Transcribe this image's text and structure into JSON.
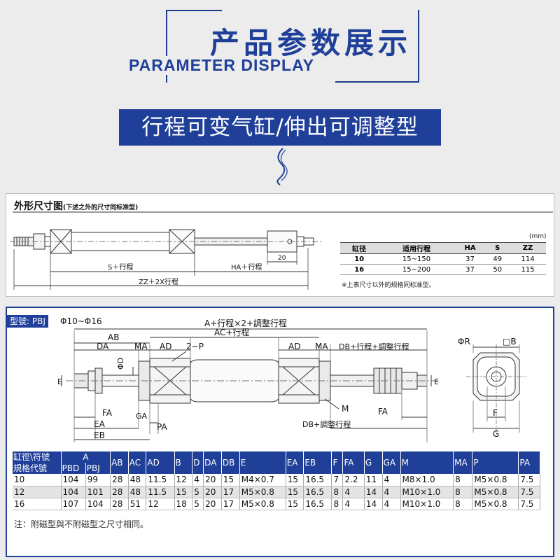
{
  "header": {
    "title_cn": "产品参数展示",
    "title_en": "PARAMETER DISPLAY"
  },
  "banner": "行程可变气缸/伸出可调整型",
  "top_drawing": {
    "title": "外形尺寸图",
    "subtitle": "(下述之外的尺寸同标准型)",
    "labels": {
      "s": "S＋行程",
      "ha": "HA＋行程",
      "zz": "ZZ＋2X行程",
      "twenty": "20"
    },
    "unit": "(mm)",
    "table": {
      "headers": [
        "缸径",
        "适用行程",
        "HA",
        "S",
        "ZZ"
      ],
      "rows": [
        [
          "10",
          "15~150",
          "37",
          "49",
          "114"
        ],
        [
          "16",
          "15~200",
          "37",
          "50",
          "115"
        ]
      ]
    },
    "note": "※上表尺寸以外的规格同标准型。"
  },
  "pbj": {
    "model_label": "型號: PBJ",
    "range": "Φ10~Φ16",
    "labels": {
      "a_total": "A+行程×2+調整行程",
      "ab": "AB",
      "ac": "AC+行程",
      "da": "DA",
      "ma": "MA",
      "ad": "AD",
      "p2": "2−P",
      "ad2": "AD",
      "ma2": "MA",
      "db": "DB+行程+調整行程",
      "phid": "ΦD",
      "e": "E",
      "fa": "FA",
      "ea": "EA",
      "eb": "EB",
      "ga": "GA",
      "pa": "PA",
      "m": "M",
      "db_adj": "DB+調整行程",
      "fa2": "FA",
      "e2": "E",
      "phir": "ΦR",
      "box_b": "□B",
      "f": "F",
      "g": "G"
    },
    "table": {
      "head_row1": [
        "缸徑\\符號",
        "A"
      ],
      "head_row2_lead": "規格代號",
      "head_row2_a": [
        "PBD",
        "PBJ"
      ],
      "head_cols": [
        "AB",
        "AC",
        "AD",
        "B",
        "D",
        "DA",
        "DB",
        "E",
        "EA",
        "EB",
        "F",
        "FA",
        "G",
        "GA",
        "M",
        "MA",
        "P",
        "PA"
      ],
      "rows": [
        [
          "10",
          "104",
          "99",
          "28",
          "48",
          "11.5",
          "12",
          "4",
          "20",
          "15",
          "M4×0.7",
          "15",
          "16.5",
          "7",
          "2.2",
          "11",
          "4",
          "M8×1.0",
          "8",
          "M5×0.8",
          "7.5"
        ],
        [
          "12",
          "104",
          "101",
          "28",
          "48",
          "11.5",
          "15",
          "5",
          "20",
          "17",
          "M5×0.8",
          "15",
          "16.5",
          "8",
          "4",
          "14",
          "4",
          "M10×1.0",
          "8",
          "M5×0.8",
          "7.5"
        ],
        [
          "16",
          "107",
          "104",
          "28",
          "51",
          "12",
          "18",
          "5",
          "20",
          "17",
          "M5×0.8",
          "15",
          "16.5",
          "8",
          "4",
          "14",
          "4",
          "M10×1.0",
          "8",
          "M5×0.8",
          "7.5"
        ]
      ]
    },
    "note": "注：附磁型與不附磁型之尺寸相同。"
  }
}
